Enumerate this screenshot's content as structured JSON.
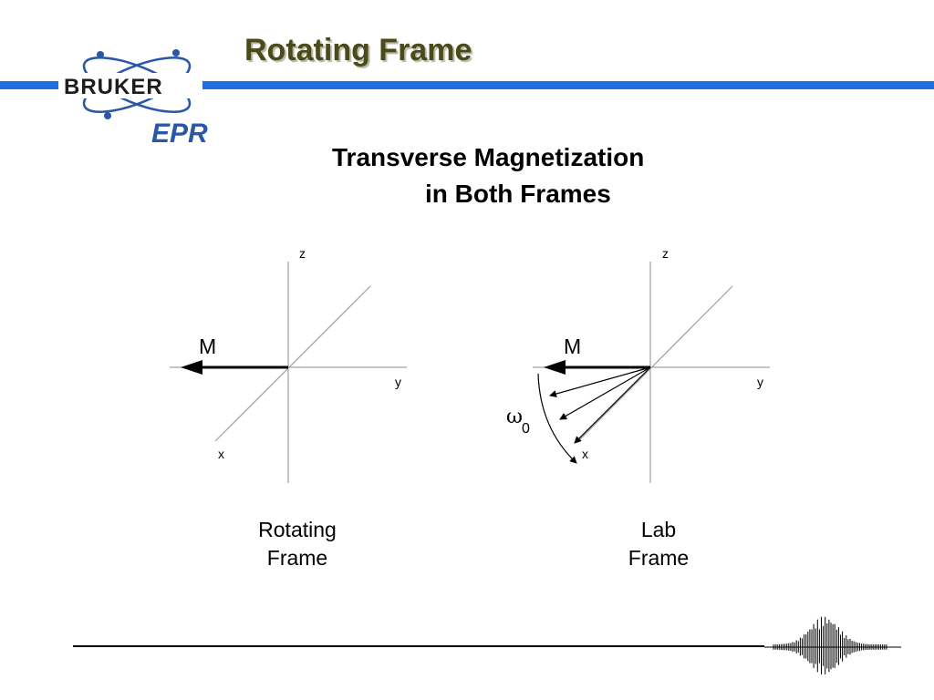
{
  "slide": {
    "title": "Rotating Frame",
    "subtitle_line1": "Transverse Magnetization",
    "subtitle_line2": "in Both Frames"
  },
  "logo": {
    "brand": "BRUKER",
    "product": "EPR"
  },
  "rotating_frame": {
    "label_line1": "Rotating",
    "label_line2": "Frame",
    "axis_z": "z",
    "axis_y": "y",
    "axis_x": "x",
    "vector_label": "M"
  },
  "lab_frame": {
    "label_line1": "Lab",
    "label_line2": "Frame",
    "axis_z": "z",
    "axis_y": "y",
    "axis_x": "x",
    "vector_label": "M",
    "omega_symbol": "ω",
    "omega_subscript": "0"
  },
  "colors": {
    "title": "#4b4a1a",
    "accent_bar": "#1f6fe0",
    "logo_orbit": "#2b57a8",
    "axis_line": "#a0a0a0"
  },
  "icons": [
    "bruker-atom-logo",
    "fid-signal-icon"
  ]
}
